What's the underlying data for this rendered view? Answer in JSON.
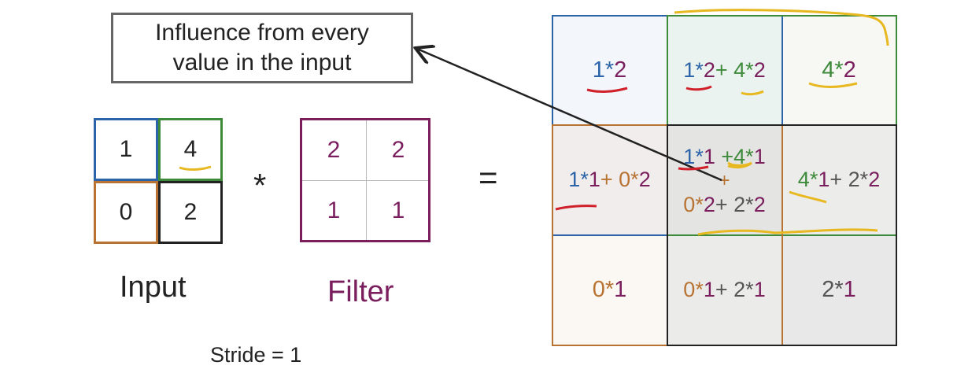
{
  "callout": {
    "line1": "Influence from every",
    "line2": "value in the input"
  },
  "input": {
    "label": "Input",
    "values": [
      "1",
      "4",
      "0",
      "2"
    ]
  },
  "filter": {
    "label": "Filter",
    "values": [
      "2",
      "2",
      "1",
      "1"
    ]
  },
  "operators": {
    "conv": "*",
    "equals": "="
  },
  "stride": "Stride = 1",
  "output": {
    "r0c0": [
      [
        "1",
        "blue"
      ],
      [
        "*",
        "blue"
      ],
      [
        "2",
        "purple"
      ]
    ],
    "r0c1": [
      [
        "1",
        "blue"
      ],
      [
        "*",
        "blue"
      ],
      [
        "2",
        "purple"
      ],
      [
        "+ ",
        "green"
      ],
      [
        "4",
        "green"
      ],
      [
        "*",
        "green"
      ],
      [
        "2",
        "purple"
      ]
    ],
    "r0c2": [
      [
        "4",
        "green"
      ],
      [
        "*",
        "green"
      ],
      [
        "2",
        "purple"
      ]
    ],
    "r1c0": [
      [
        "1",
        "blue"
      ],
      [
        "*",
        "blue"
      ],
      [
        "1",
        "purple"
      ],
      [
        "+ ",
        "orange"
      ],
      [
        "0",
        "orange"
      ],
      [
        "*",
        "orange"
      ],
      [
        "2",
        "purple"
      ]
    ],
    "r1c1_top": [
      [
        "1",
        "blue"
      ],
      [
        "*",
        "blue"
      ],
      [
        "1",
        "purple"
      ],
      [
        " +",
        "green"
      ],
      [
        "4",
        "green"
      ],
      [
        "*",
        "green"
      ],
      [
        "1",
        "purple"
      ]
    ],
    "r1c1_plus": "+",
    "r1c1_bottom": [
      [
        "0",
        "orange"
      ],
      [
        "*",
        "orange"
      ],
      [
        "2",
        "purple"
      ],
      [
        "+ ",
        "gray"
      ],
      [
        "2",
        "gray"
      ],
      [
        "*",
        "gray"
      ],
      [
        "2",
        "purple"
      ]
    ],
    "r1c2": [
      [
        "4",
        "green"
      ],
      [
        "*",
        "green"
      ],
      [
        "1",
        "purple"
      ],
      [
        "+ ",
        "gray"
      ],
      [
        "2",
        "gray"
      ],
      [
        "*",
        "gray"
      ],
      [
        "2",
        "purple"
      ]
    ],
    "r2c0": [
      [
        "0",
        "orange"
      ],
      [
        "*",
        "orange"
      ],
      [
        "1",
        "purple"
      ]
    ],
    "r2c1": [
      [
        "0",
        "orange"
      ],
      [
        "*",
        "orange"
      ],
      [
        "1",
        "purple"
      ],
      [
        "+ ",
        "gray"
      ],
      [
        "2",
        "gray"
      ],
      [
        "*",
        "gray"
      ],
      [
        "1",
        "purple"
      ]
    ],
    "r2c2": [
      [
        "2",
        "gray"
      ],
      [
        "*",
        "gray"
      ],
      [
        "1",
        "purple"
      ]
    ]
  },
  "colors": {
    "blue": "#2b64a8",
    "green": "#3d8a3a",
    "orange": "#b87333",
    "gray": "#555555",
    "purple": "#7a1e5e",
    "black": "#222222",
    "red": "#d0202a",
    "yellow": "#e8b820"
  }
}
